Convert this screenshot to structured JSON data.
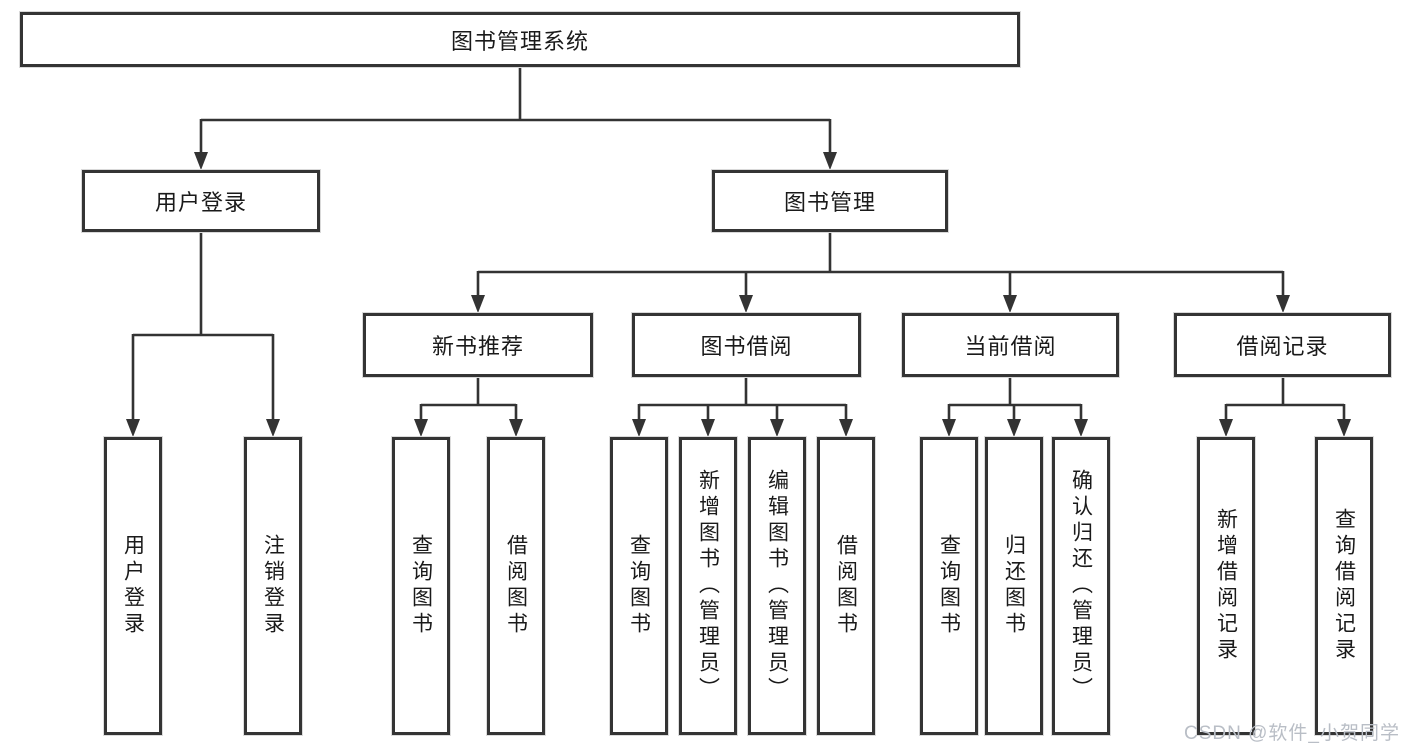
{
  "diagram": {
    "root": {
      "label": "图书管理系统"
    },
    "branches": [
      {
        "label": "用户登录",
        "leaves": [
          {
            "label": "用户登录"
          },
          {
            "label": "注销登录"
          }
        ]
      },
      {
        "label": "图书管理",
        "groups": [
          {
            "label": "新书推荐",
            "leaves": [
              {
                "label": "查询图书"
              },
              {
                "label": "借阅图书"
              }
            ]
          },
          {
            "label": "图书借阅",
            "leaves": [
              {
                "label": "查询图书"
              },
              {
                "label": "新增图书（管理员）"
              },
              {
                "label": "编辑图书（管理员）"
              },
              {
                "label": "借阅图书"
              }
            ]
          },
          {
            "label": "当前借阅",
            "leaves": [
              {
                "label": "查询图书"
              },
              {
                "label": "归还图书"
              },
              {
                "label": "确认归还（管理员）"
              }
            ]
          },
          {
            "label": "借阅记录",
            "leaves": [
              {
                "label": "新增借阅记录"
              },
              {
                "label": "查询借阅记录"
              }
            ]
          }
        ]
      }
    ]
  },
  "watermark": {
    "text": "CSDN @软件_小贺同学"
  },
  "colors": {
    "line": "#333333",
    "box_border": "#343434",
    "box_fill": "#ffffff",
    "text": "#1a1a1a",
    "watermark": "#b9bec6",
    "background": "#ffffff"
  }
}
